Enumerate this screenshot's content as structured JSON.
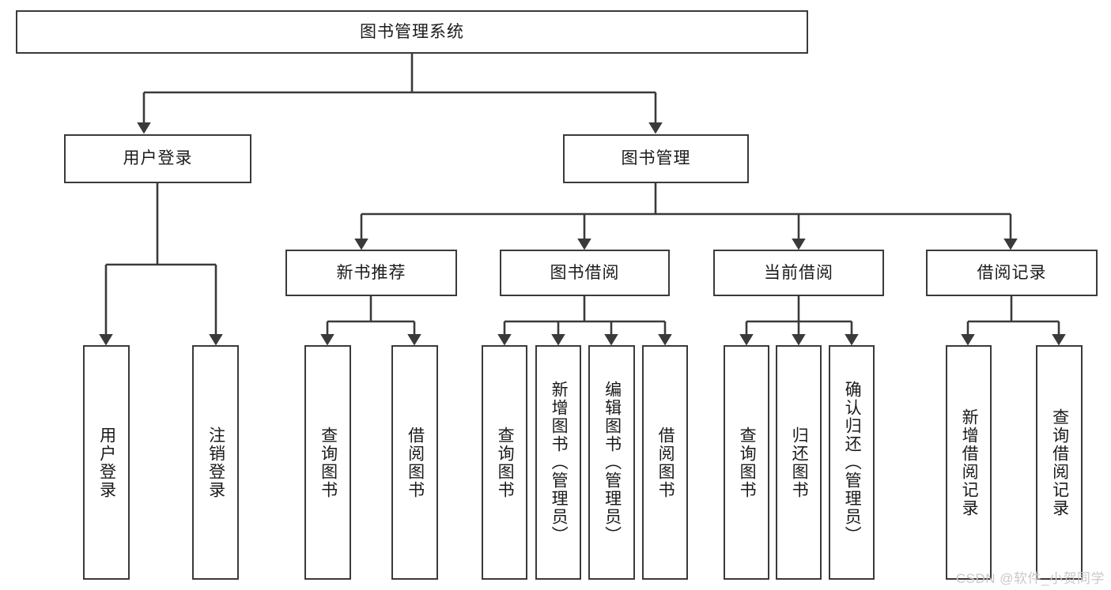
{
  "diagram": {
    "title_node": {
      "label": "图书管理系统"
    },
    "level1": [
      {
        "label": "用户登录"
      },
      {
        "label": "图书管理"
      }
    ],
    "level2": [
      {
        "label": "新书推荐"
      },
      {
        "label": "图书借阅"
      },
      {
        "label": "当前借阅"
      },
      {
        "label": "借阅记录"
      }
    ],
    "leaves": {
      "user_login": [
        {
          "label": "用户登录"
        },
        {
          "label": "注销登录"
        }
      ],
      "new_book_recommend": [
        {
          "label": "查询图书"
        },
        {
          "label": "借阅图书"
        }
      ],
      "book_borrow": [
        {
          "label": "查询图书"
        },
        {
          "label": "新增图书（管理员）"
        },
        {
          "label": "编辑图书（管理员）"
        },
        {
          "label": "借阅图书"
        }
      ],
      "current_borrow": [
        {
          "label": "查询图书"
        },
        {
          "label": "归还图书"
        },
        {
          "label": "确认归还（管理员）"
        }
      ],
      "borrow_record": [
        {
          "label": "新增借阅记录"
        },
        {
          "label": "查询借阅记录"
        }
      ]
    }
  },
  "watermark": {
    "text": "CSDN @软件_小贺同学"
  },
  "colors": {
    "stroke": "#3a3a3a",
    "background": "#ffffff",
    "text": "#1a1a1a",
    "watermark": "#c9c9c9"
  }
}
